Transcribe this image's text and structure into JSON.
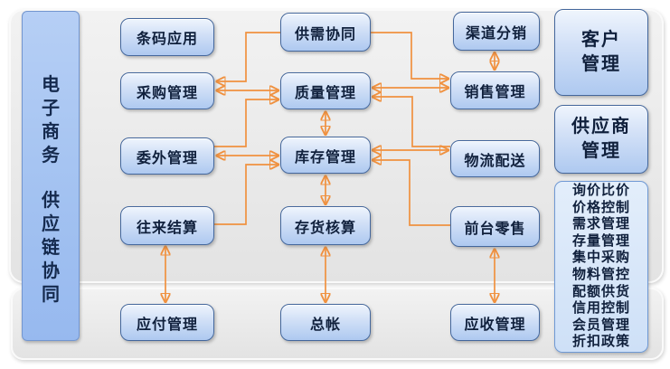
{
  "left_bar": {
    "title_top": "电子商务",
    "title_bottom": "供应链协同"
  },
  "flow_nodes": {
    "barcode": "条码应用",
    "purchase": "采购管理",
    "outsource": "委外管理",
    "settlement": "往来结算",
    "payable": "应付管理",
    "supply_demand": "供需协同",
    "quality": "质量管理",
    "inventory": "库存管理",
    "stock_accounting": "存货核算",
    "ledger": "总帐",
    "channel": "渠道分销",
    "sales": "销售管理",
    "logistics": "物流配送",
    "retail": "前台零售",
    "receivable": "应收管理"
  },
  "right_panel": {
    "customer": [
      "客户",
      "管理"
    ],
    "supplier": [
      "供应商",
      "管理"
    ],
    "features": [
      "询价比价",
      "价格控制",
      "需求管理",
      "存量管理",
      "集中采购",
      "物料管控",
      "配额供货",
      "信用控制",
      "会员管理",
      "折扣政策"
    ]
  },
  "edges": [
    {
      "from": "供需协同",
      "to": "采购管理",
      "arrows": "single"
    },
    {
      "from": "采购管理",
      "to": "质量管理",
      "arrows": "double"
    },
    {
      "from": "委外管理",
      "to": "质量管理",
      "arrows": "single"
    },
    {
      "from": "委外管理",
      "to": "库存管理",
      "arrows": "double"
    },
    {
      "from": "往来结算",
      "to": "库存管理",
      "arrows": "single"
    },
    {
      "from": "供需协同",
      "to": "销售管理",
      "arrows": "single"
    },
    {
      "from": "质量管理",
      "to": "销售管理",
      "arrows": "double"
    },
    {
      "from": "物流配送",
      "to": "质量管理",
      "arrows": "single"
    },
    {
      "from": "库存管理",
      "to": "物流配送",
      "arrows": "double"
    },
    {
      "from": "前台零售",
      "to": "库存管理",
      "arrows": "single"
    },
    {
      "from": "渠道分销",
      "to": "销售管理",
      "arrows": "double"
    },
    {
      "from": "质量管理",
      "to": "库存管理",
      "arrows": "double"
    },
    {
      "from": "库存管理",
      "to": "存货核算",
      "arrows": "double"
    },
    {
      "from": "存货核算",
      "to": "总帐",
      "arrows": "double"
    },
    {
      "from": "往来结算",
      "to": "应付管理",
      "arrows": "double"
    },
    {
      "from": "前台零售",
      "to": "应收管理",
      "arrows": "double"
    }
  ],
  "colors": {
    "arrow": "#F0913F",
    "node_border": "#44679C",
    "panel_bg": "#ECECEC"
  }
}
